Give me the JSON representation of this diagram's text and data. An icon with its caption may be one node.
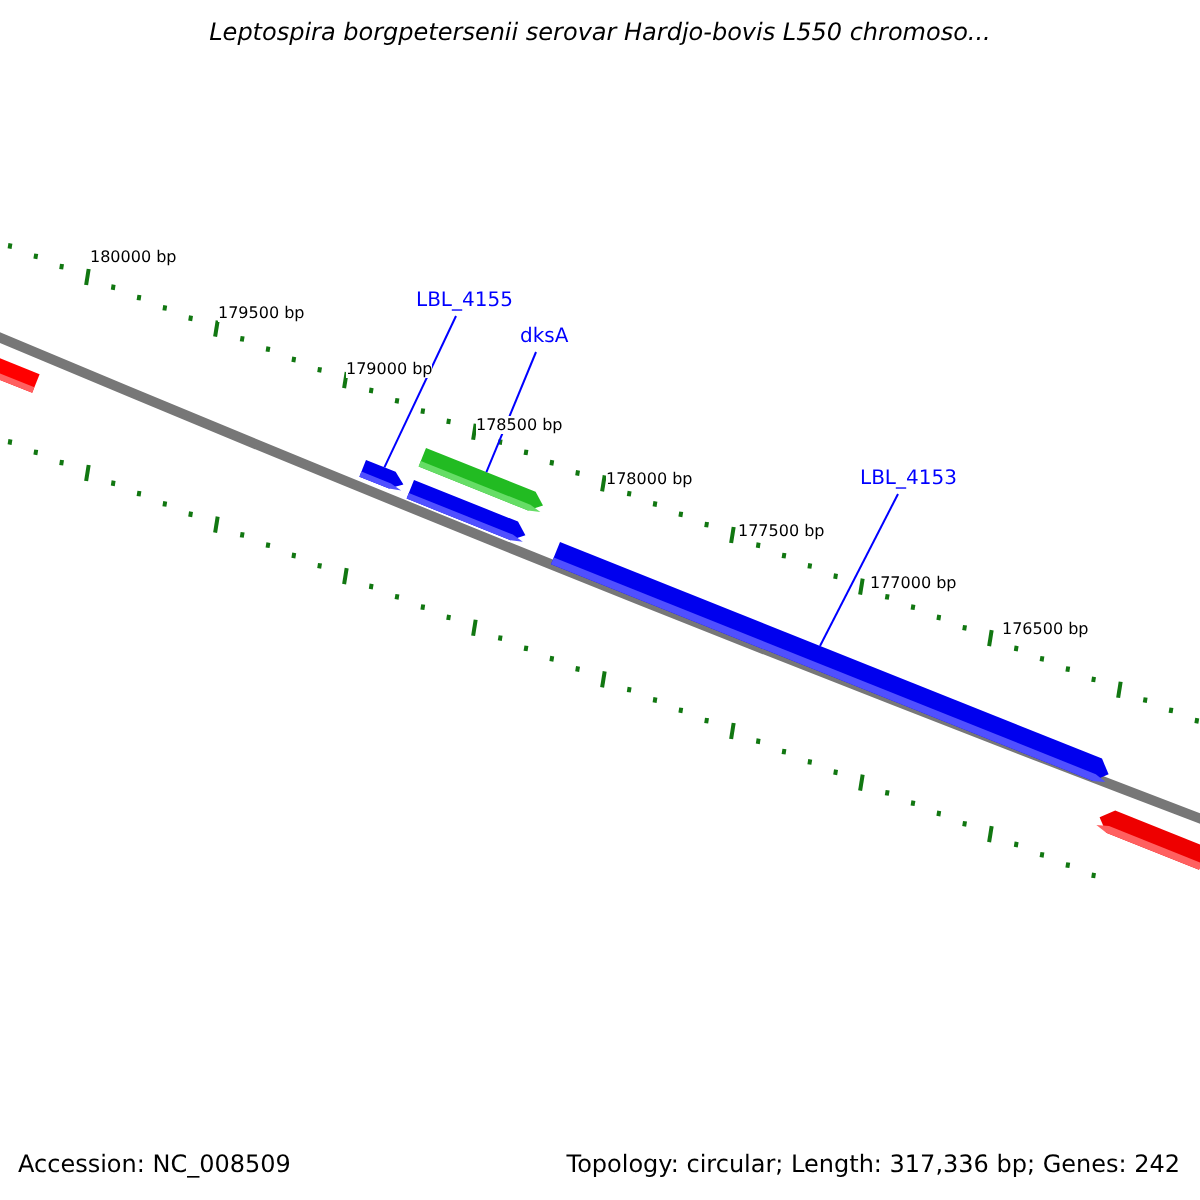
{
  "diagram": {
    "title": "Leptospira borgpetersenii serovar Hardjo-bovis L550 chromoso...",
    "nodes": [
      {
        "text": [
          "LBL_4155"
        ]
      },
      {
        "text": [
          "dksA"
        ]
      },
      {
        "text": [
          "LBL_4153"
        ]
      },
      {
        "text": [],
        "shape": "bar"
      },
      {
        "text": [],
        "shape": "bar"
      },
      {
        "text": [],
        "shape": "bar"
      },
      {
        "text": [],
        "shape": "bar"
      },
      {
        "text": [],
        "shape": "bar"
      },
      {
        "text": [],
        "shape": "bar"
      }
    ],
    "edges": [
      {
        "from": 0,
        "to": 4,
        "arrow": "none"
      },
      {
        "from": 1,
        "to": 5,
        "arrow": "none"
      },
      {
        "from": 2,
        "to": 7,
        "arrow": "none"
      }
    ],
    "labels": [
      "180000 bp",
      "179500 bp",
      "179000 bp",
      "178500 bp",
      "178000 bp",
      "177500 bp",
      "177000 bp",
      "176500 bp",
      "Accession: NC_008509",
      "Topology: circular; Length: 317,336 bp; Genes: 242"
    ]
  }
}
